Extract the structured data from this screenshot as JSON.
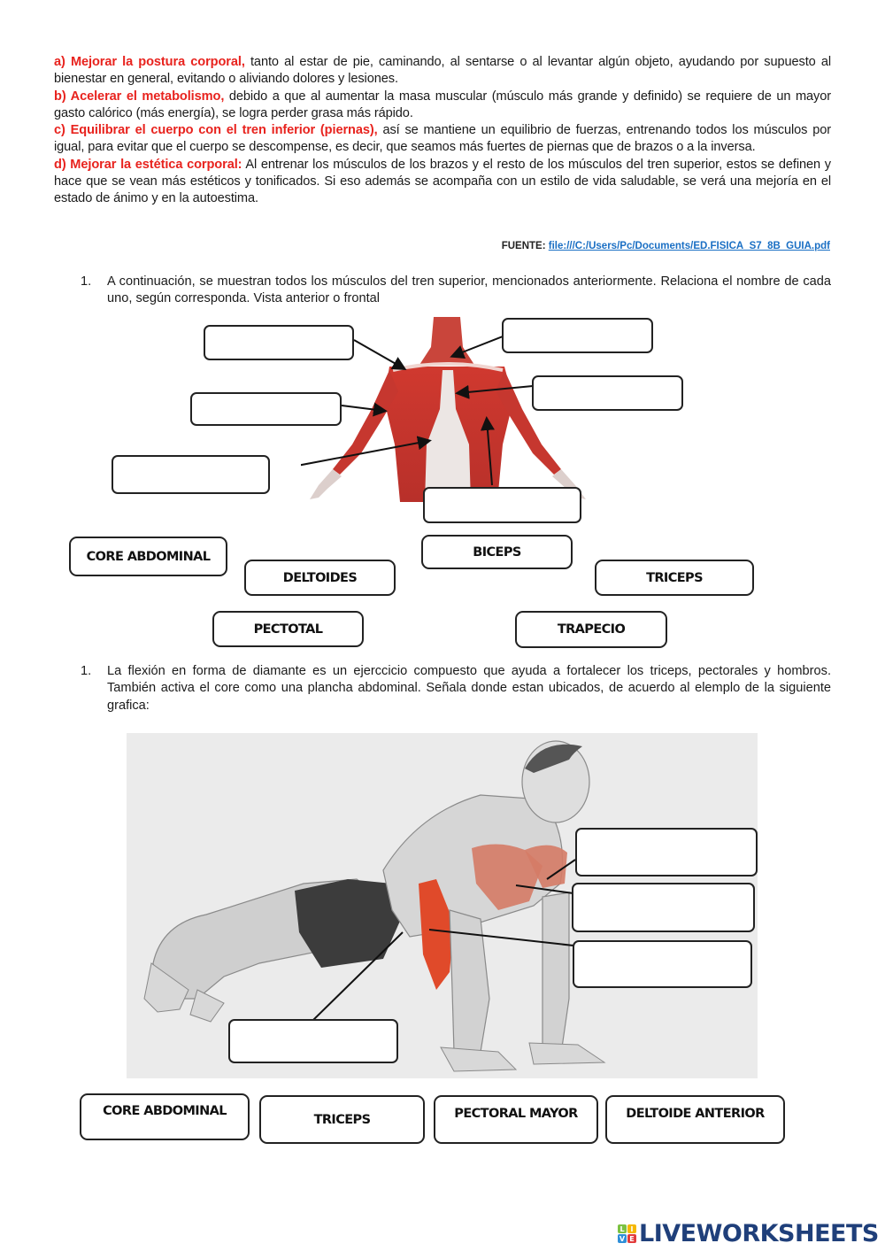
{
  "intro": {
    "a_title": "a) Mejorar la postura corporal,",
    "a_text": " tanto al estar de pie, caminando, al sentarse o al levantar algún objeto, ayudando por supuesto al bienestar en general, evitando o aliviando dolores y lesiones.",
    "b_title": "b) Acelerar el metabolismo,",
    "b_text": " debido a que al aumentar la masa muscular (músculo más grande y definido) se requiere de un mayor gasto calórico (más energía), se logra perder grasa más rápido.",
    "c_title": "c) Equilibrar el cuerpo con el tren inferior (piernas),",
    "c_text": " así se mantiene un equilibrio de fuerzas, entrenando todos los músculos por igual, para evitar que el cuerpo se descompense, es decir, que seamos más fuertes de piernas que de brazos o a la inversa.",
    "d_title": "d) Mejorar la estética corporal:",
    "d_text": " Al entrenar los músculos de los brazos y el resto de los músculos del tren superior, estos se definen y hace que se vean más estéticos y tonificados. Si eso además se acompaña con un estilo de vida saludable, se verá una mejoría en el estado de ánimo y en la autoestima."
  },
  "source": {
    "label": "FUENTE: ",
    "link": "file:///C:/Users/Pc/Documents/ED.FISICA_S7_8B_GUIA.pdf"
  },
  "question1": {
    "number": "1.",
    "text": "A continuación, se muestran todos los músculos del tren superior, mencionados anteriormente. Relaciona el nombre de cada uno, según corresponda. Vista anterior o frontal",
    "figure": "anterior-upper-body-muscles",
    "drop_zones": 6,
    "options": [
      "CORE ABDOMINAL",
      "DELTOIDES",
      "PECTOTAL",
      "BICEPS",
      "TRICEPS",
      "TRAPECIO"
    ]
  },
  "question2": {
    "number": "1.",
    "text": "La flexión en forma de diamante es un ejerccicio compuesto que ayuda a fortalecer los triceps, pectorales y hombros. También activa el core como una plancha abdominal. Señala donde estan ubicados, de acuerdo al elemplo de la siguiente grafica:",
    "figure": "diamond-pushup-muscles",
    "drop_zones": 4,
    "options": [
      "CORE ABDOMINAL",
      "TRICEPS",
      "PECTORAL MAYOR",
      "DELTOIDE ANTERIOR"
    ]
  },
  "footer": {
    "logo_letters": [
      "L",
      "I",
      "V",
      "E"
    ],
    "logo_colors": [
      "#7cc242",
      "#f5b800",
      "#2f8fd8",
      "#e23b3b"
    ],
    "brand": "LIVEWORKSHEETS"
  },
  "colors": {
    "heading_red": "#e8231e",
    "link_blue": "#1a6fc4",
    "brand_navy": "#1f3f7a",
    "muscle_red": "#c9332b"
  }
}
